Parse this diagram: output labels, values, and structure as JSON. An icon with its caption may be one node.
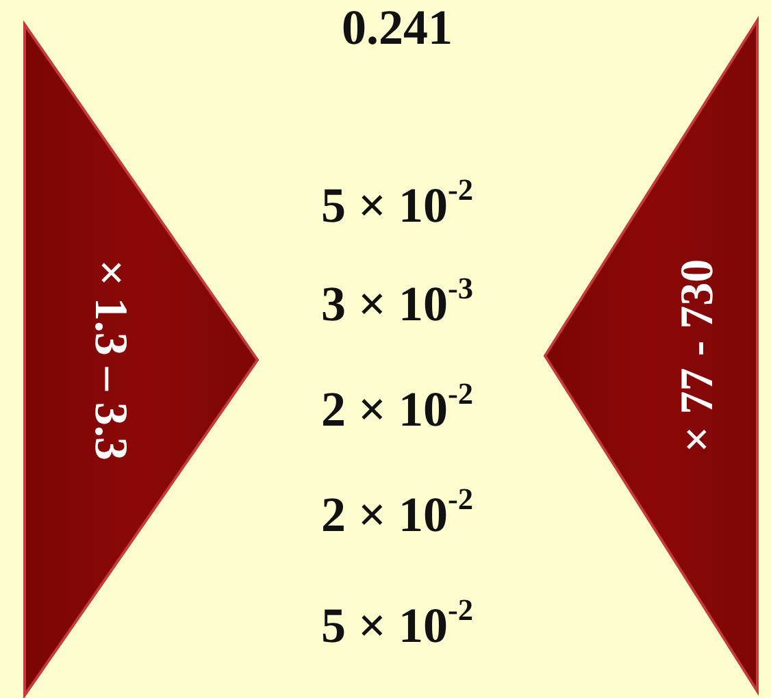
{
  "diagram": {
    "nodes": [
      {
        "text": [
          "× 1.3 – 3.3"
        ]
      },
      {
        "text": [
          "× 77 - 730"
        ]
      }
    ],
    "labels": [
      "0.241",
      "5 × 10$^{-2}$",
      "3 × 10$^{-3}$",
      "2 × 10$^{-2}$",
      "2 × 10$^{-2}$",
      "5 × 10$^{-2}$"
    ]
  }
}
